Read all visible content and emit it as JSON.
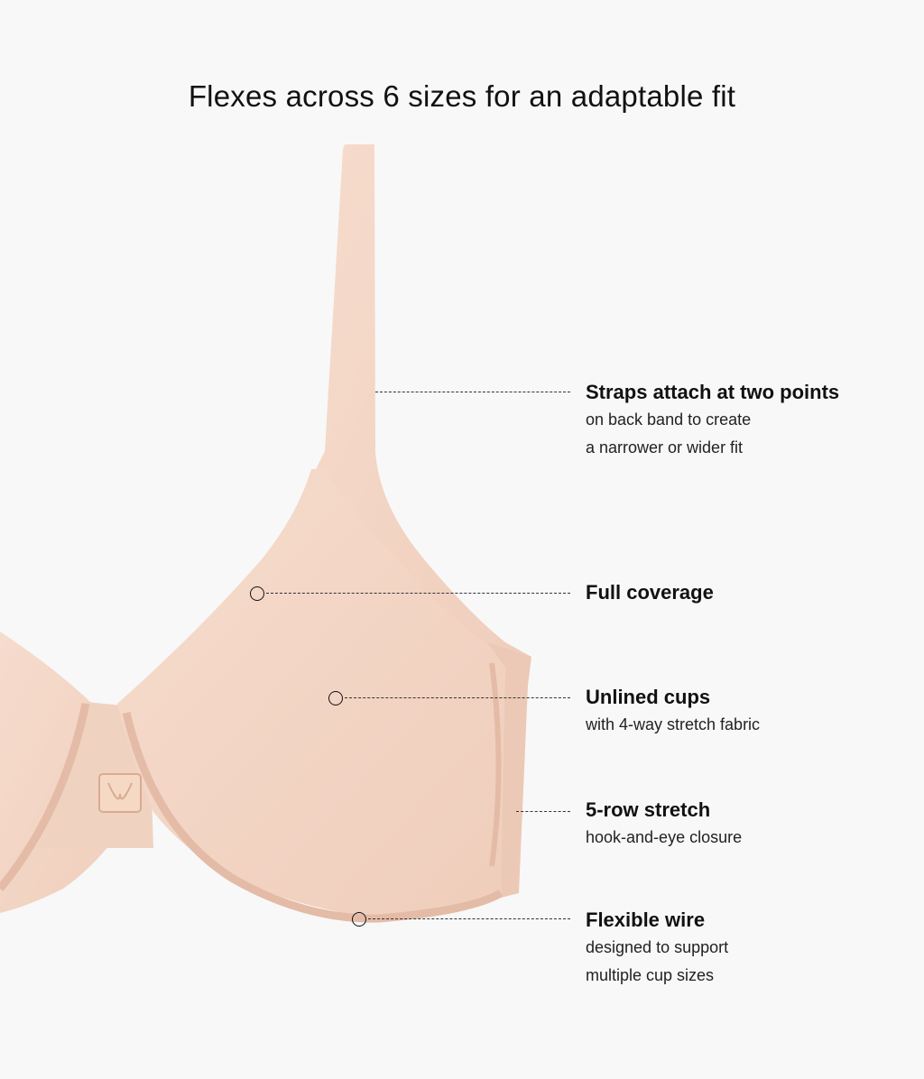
{
  "headline": "Flexes across 6 sizes for an adaptable fit",
  "colors": {
    "background": "#f8f8f8",
    "fabric": "#f3d6c6",
    "fabric_shadow": "#e8c2ae",
    "text": "#111111"
  },
  "callouts": [
    {
      "title": "Straps attach at two points",
      "lines": [
        "on back band to create",
        "a narrower or wider fit"
      ]
    },
    {
      "title": "Full coverage",
      "lines": []
    },
    {
      "title": "Unlined cups",
      "lines": [
        "with 4-way stretch fabric"
      ]
    },
    {
      "title": "5-row stretch",
      "lines": [
        "hook-and-eye closure"
      ]
    },
    {
      "title": "Flexible wire",
      "lines": [
        "designed to support",
        "multiple cup sizes"
      ]
    }
  ]
}
